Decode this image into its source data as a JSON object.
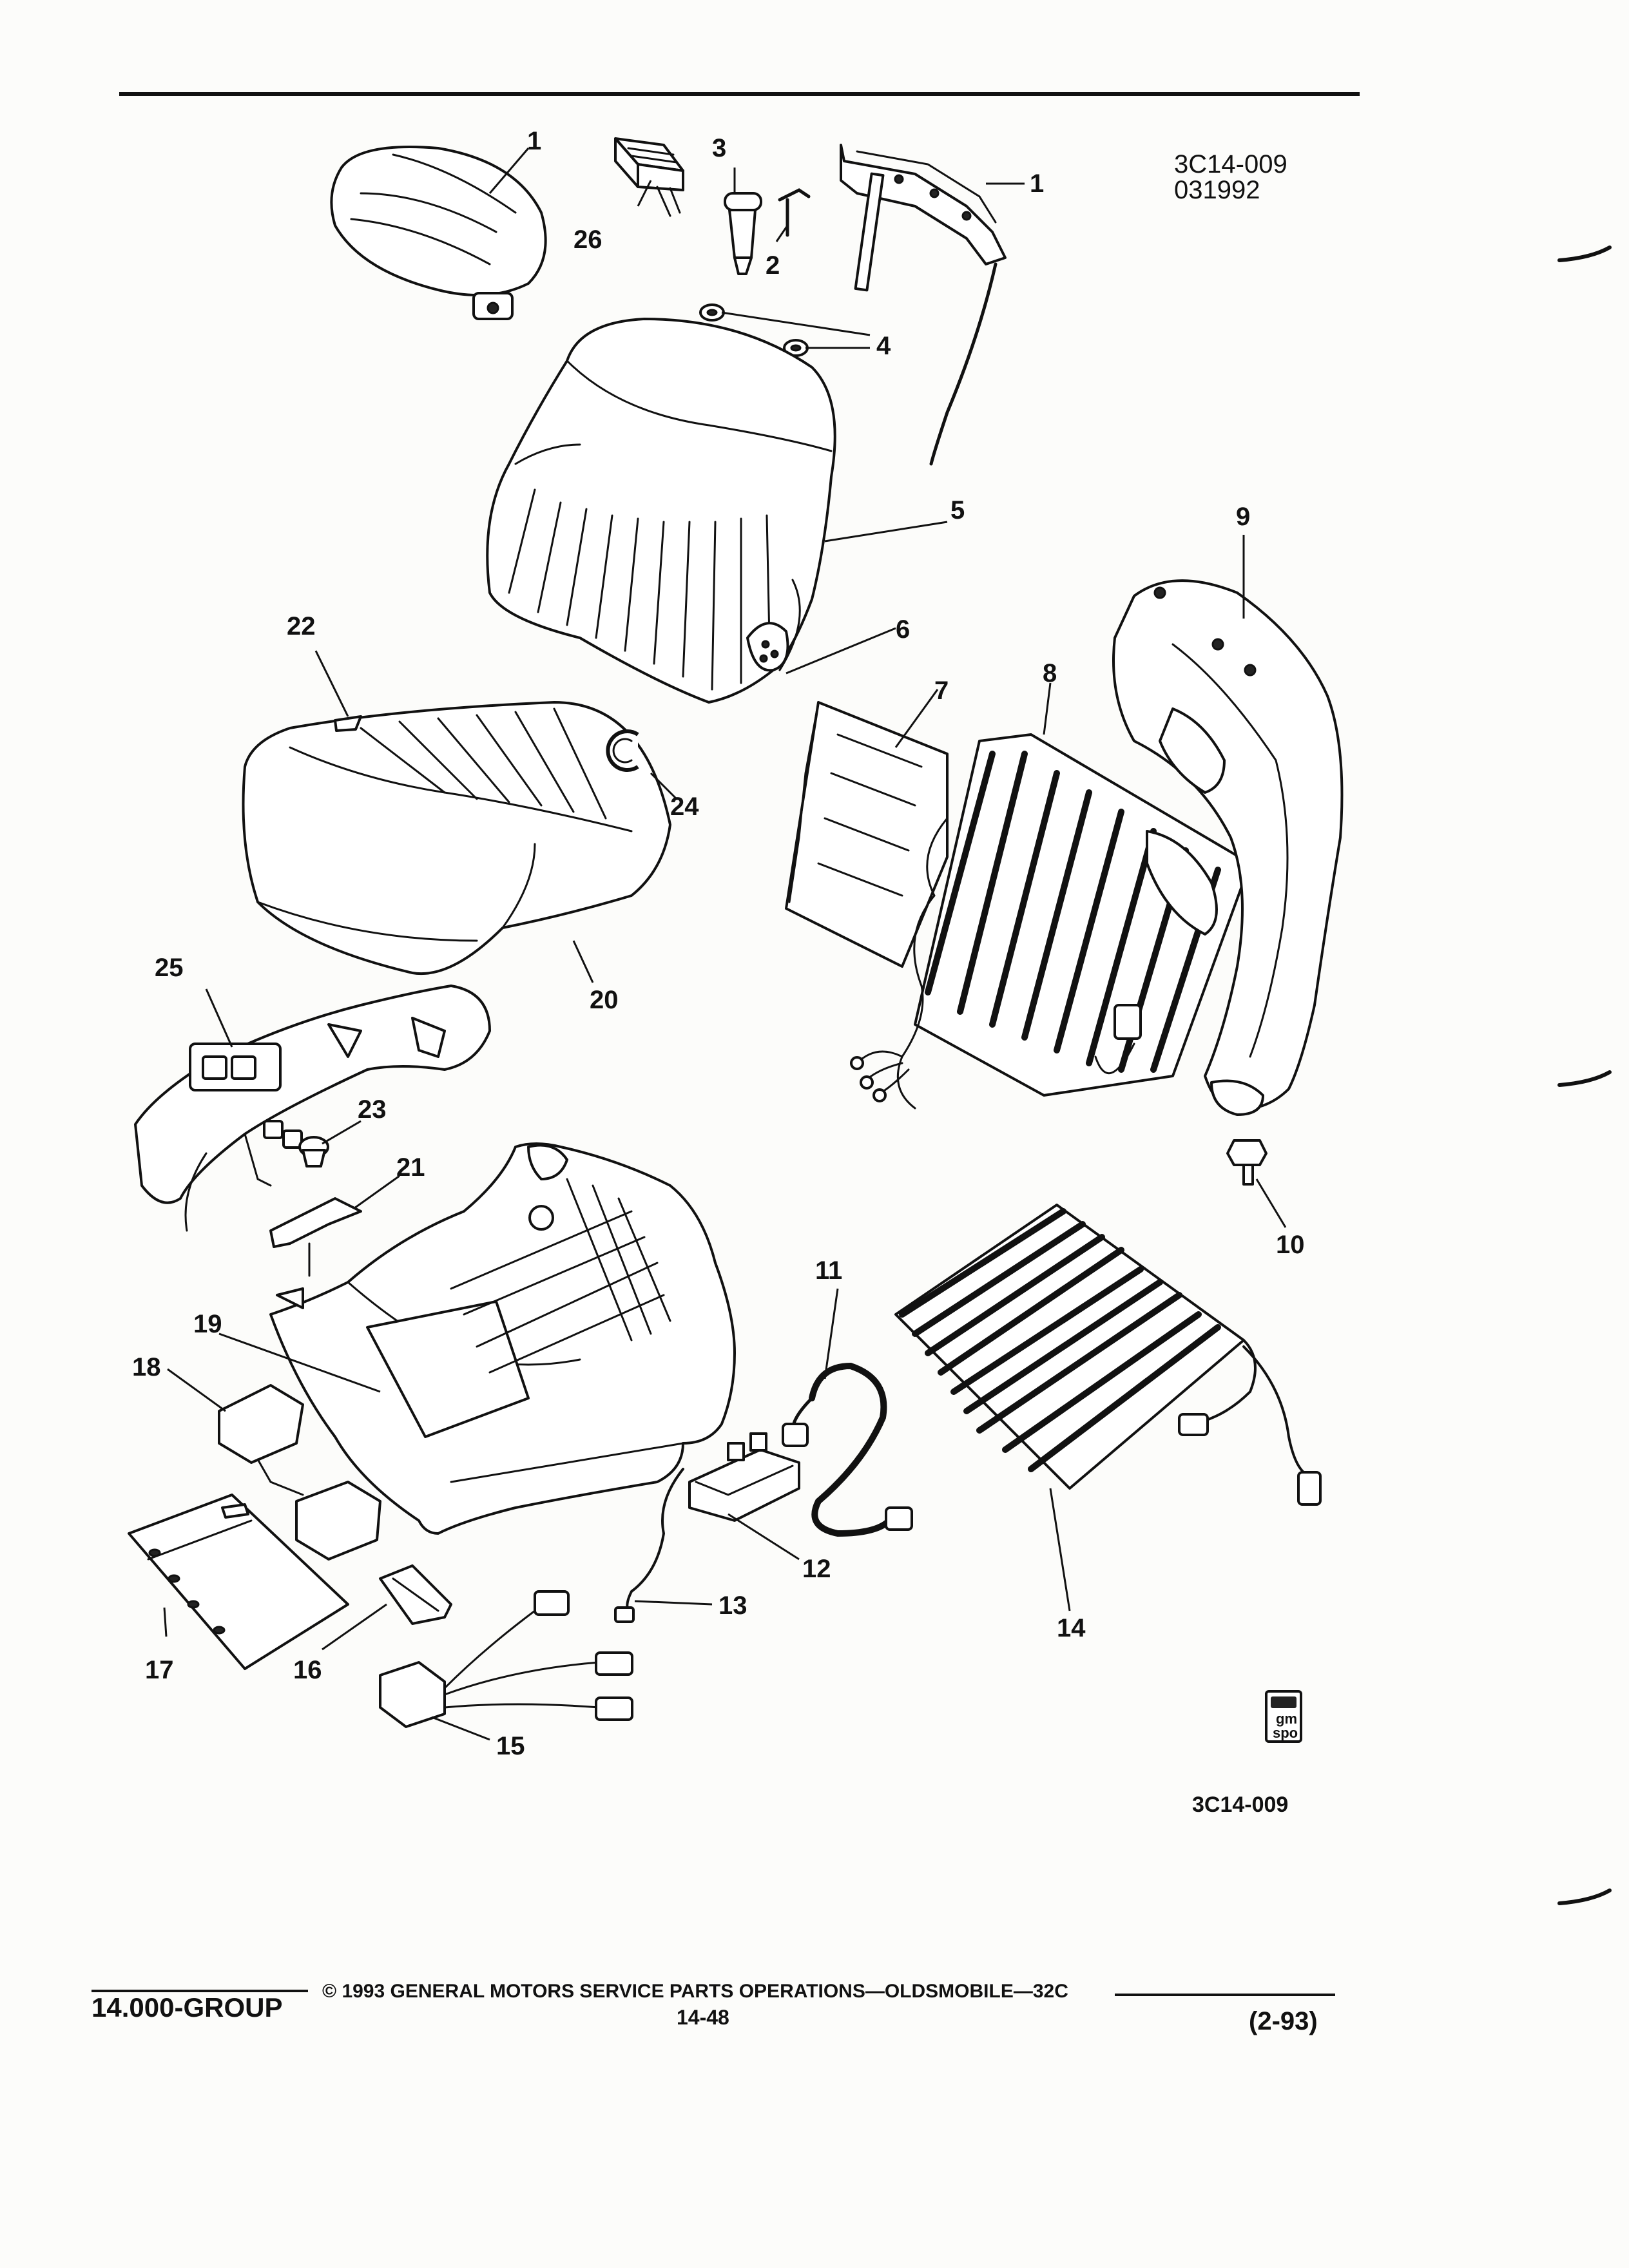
{
  "figure": {
    "id_top": "3C14-009",
    "date_code": "031992",
    "id_bottom": "3C14-009"
  },
  "callouts": {
    "c1a": "1",
    "c1b": "1",
    "c2": "2",
    "c3": "3",
    "c4": "4",
    "c5": "5",
    "c6": "6",
    "c7": "7",
    "c8": "8",
    "c9": "9",
    "c10": "10",
    "c11": "11",
    "c12": "12",
    "c13": "13",
    "c14": "14",
    "c15": "15",
    "c16": "16",
    "c17": "17",
    "c18": "18",
    "c19": "19",
    "c20": "20",
    "c21": "21",
    "c22": "22",
    "c23": "23",
    "c24": "24",
    "c25": "25",
    "c26": "26"
  },
  "logo": {
    "line1": "gm",
    "line2": "spo"
  },
  "footer": {
    "group": "14.000-GROUP",
    "copyright": "© 1993 GENERAL MOTORS SERVICE PARTS OPERATIONS—OLDSMOBILE—32C",
    "page": "14-48",
    "date": "(2-93)"
  }
}
